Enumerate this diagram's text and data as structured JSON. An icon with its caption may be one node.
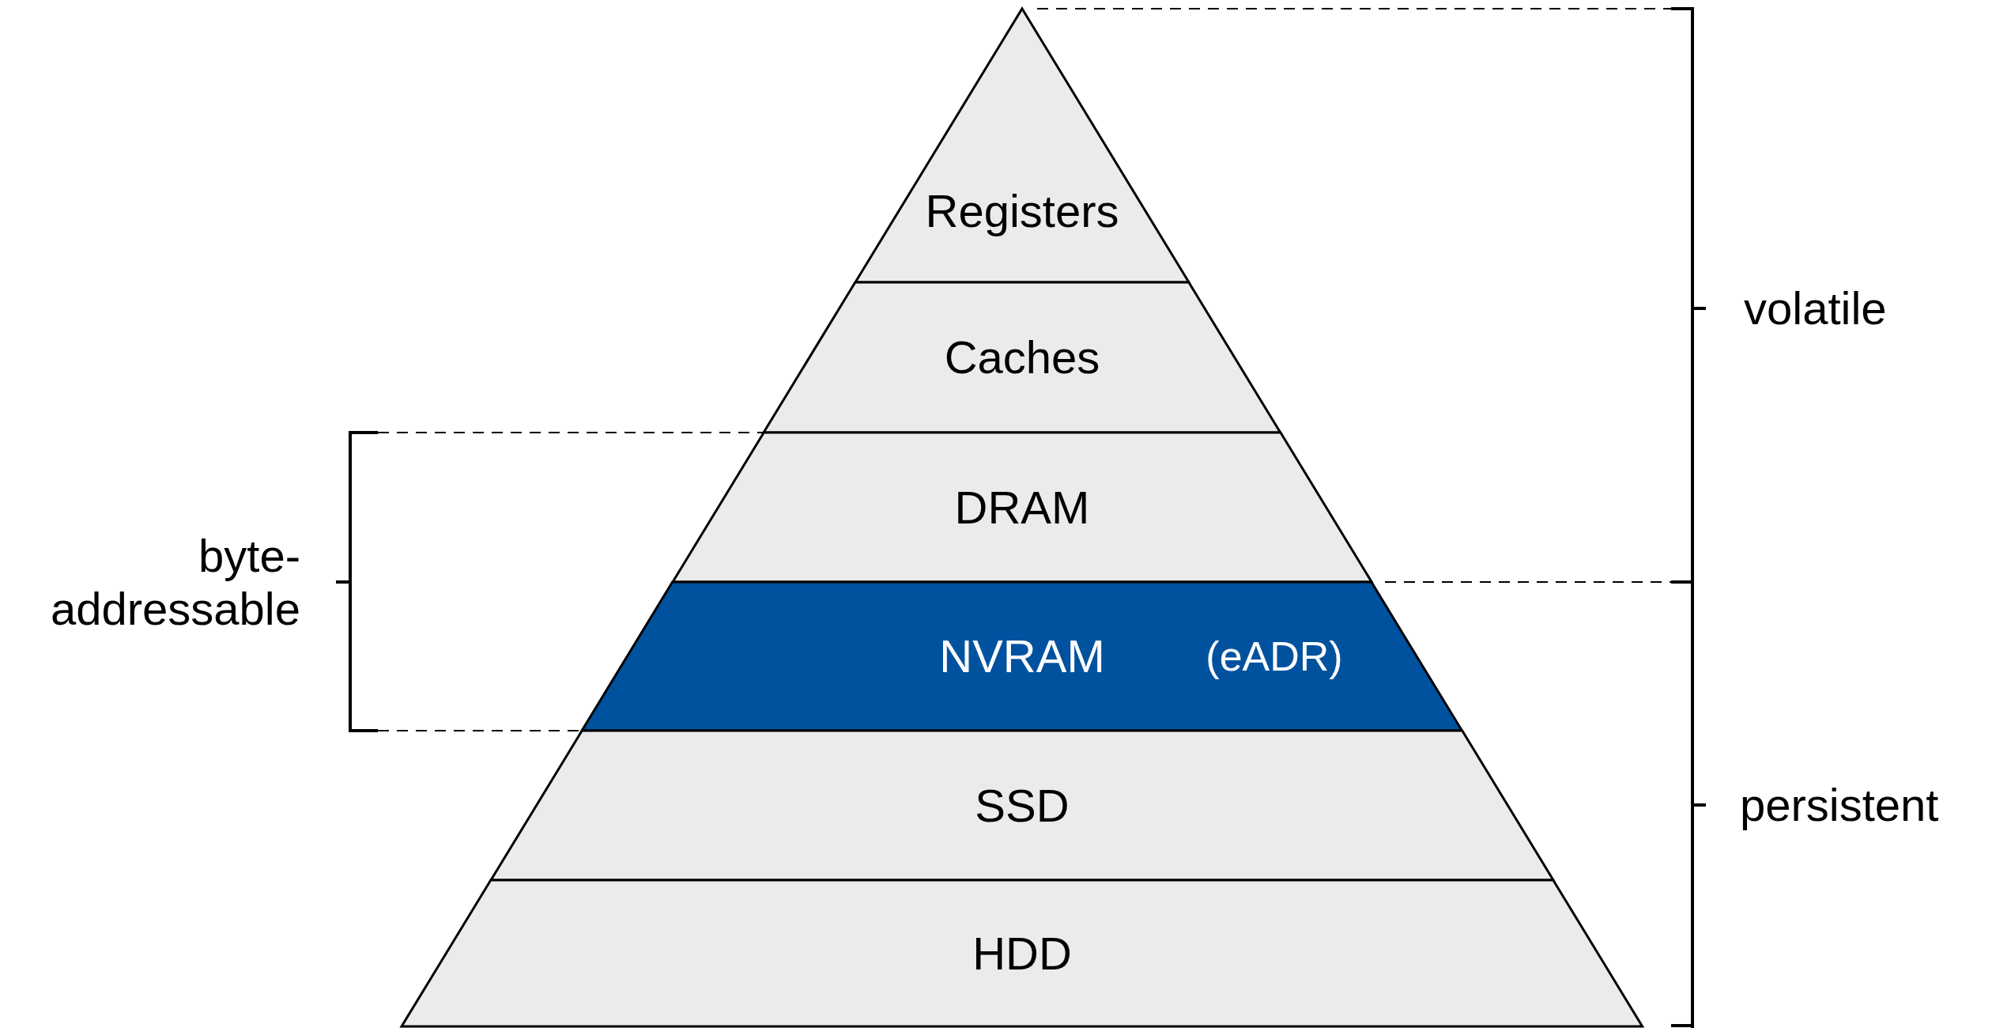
{
  "diagram": {
    "nodes": [
      {
        "text": [
          "Registers"
        ]
      },
      {
        "text": [
          "Caches"
        ]
      },
      {
        "text": [
          "DRAM"
        ]
      },
      {
        "text": [
          "NVRAM",
          "(eADR)"
        ]
      },
      {
        "text": [
          "SSD"
        ]
      },
      {
        "text": [
          "HDD"
        ]
      }
    ],
    "edges": [],
    "labels": [
      "volatile",
      "byte- addressable",
      "persistent"
    ]
  }
}
